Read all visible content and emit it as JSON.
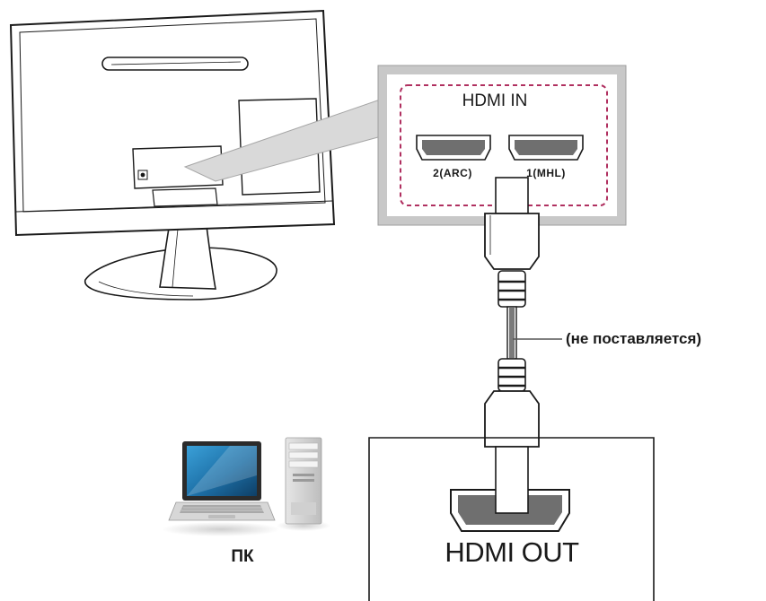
{
  "diagram": {
    "hdmi_in_title": "HDMI IN",
    "ports": [
      {
        "label": "2(ARC)"
      },
      {
        "label": "1(MHL)"
      }
    ],
    "cable_note": "(не поставляется)",
    "pc_label": "ПК",
    "hdmi_out_label": "HDMI OUT"
  },
  "colors": {
    "accent_dashed_border": "#b03060",
    "callout_frame": "#c8c8c8",
    "port_body": "#6f6f6f",
    "laptop_screen": "#1d6fa6"
  },
  "icons": [
    "monitor-rear-illustration",
    "hdmi-cable-illustration",
    "laptop-icon",
    "desktop-tower-icon"
  ]
}
